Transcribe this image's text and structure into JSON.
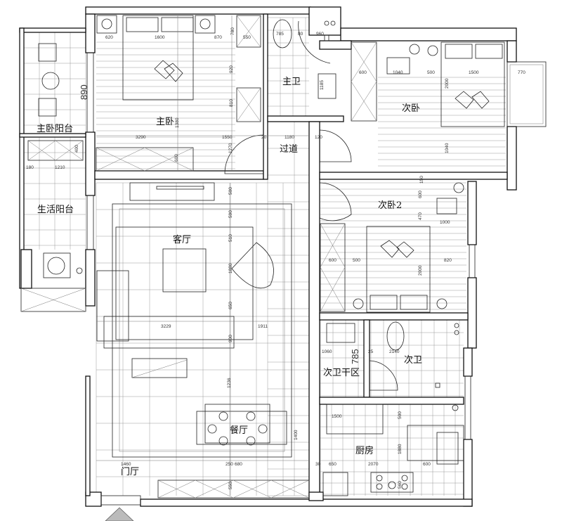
{
  "rooms": {
    "master_balcony": "主卧阳台",
    "master_bedroom": "主卧",
    "master_bath": "主卫",
    "corridor": "过道",
    "second_bedroom": "次卧",
    "second_bedroom_2": "次卧2",
    "living_room": "客厅",
    "utility_balcony": "生活阳台",
    "dining_room": "餐厅",
    "guest_bath_dry": "次卫干区",
    "guest_bath": "次卫",
    "kitchen": "厨房",
    "foyer": "门厅"
  },
  "dims": {
    "master": [
      "620",
      "1600",
      "870",
      "780",
      "550",
      "920",
      "810",
      "890",
      "1380",
      "3290",
      "1550",
      "20",
      "1270",
      "600"
    ],
    "bath": [
      "785",
      "80",
      "960",
      "1185"
    ],
    "corridor": [
      "1180",
      "120"
    ],
    "second": [
      "600",
      "1040",
      "500",
      "1500",
      "770",
      "2000",
      "1040"
    ],
    "second2": [
      "150",
      "600",
      "470",
      "1000",
      "600",
      "500",
      "820",
      "2000"
    ],
    "utility": [
      "180",
      "1210",
      "400"
    ],
    "living": [
      "500",
      "590",
      "510",
      "1880",
      "650",
      "3229",
      "1911",
      "900",
      "1236"
    ],
    "guest": [
      "1060",
      "25",
      "2140",
      "785"
    ],
    "kitchen": [
      "1500",
      "500",
      "1400",
      "1880",
      "30",
      "650",
      "2070",
      "600",
      "560"
    ],
    "foyer": [
      "1460",
      "250",
      "680",
      "550"
    ]
  }
}
